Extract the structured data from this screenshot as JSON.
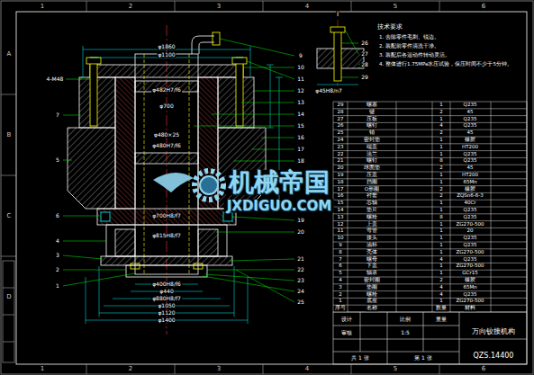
{
  "diagram": {
    "labels": [
      "1",
      "2",
      "3",
      "4",
      "5",
      "6",
      "1",
      "2",
      "3",
      "4",
      "5",
      "6",
      "A",
      "B",
      "C",
      "D",
      "4-M48",
      "7",
      "5",
      "6",
      "4",
      "3",
      "2",
      "1",
      "9",
      "10",
      "11",
      "12",
      "13",
      "14",
      "15",
      "16",
      "17",
      "18",
      "19",
      "20",
      "21",
      "22",
      "23",
      "24",
      "25",
      "I",
      "26",
      "27",
      "28",
      "29",
      "φ45H8/n7",
      "φ1860",
      "φ1100",
      "φ482H7/f6",
      "φ700",
      "φ480×25",
      "φ480H7/f6",
      "φ700H8/f7",
      "φ815H8/f7",
      "φ400H8/f6",
      "φ440",
      "φ880H8/f7",
      "φ1050",
      "φ1120",
      "φ1400",
      "技术要求",
      "1. 去除零件毛刺、锐边。",
      "2. 装配前零件清洗干净。",
      "3. 装配后各运动件转动灵活。",
      "4. 整体进行1.75MPa水压试验，保压时间不少于5分钟。",
      "设计",
      "审核",
      "比例",
      "1:5",
      "重量",
      "万向铰接机构",
      "QZS.14400",
      "共 1 张",
      "第 1 张",
      "机械帝国",
      "JXDIGUO.COM",
      "29",
      "螺塞",
      "1",
      "Q235",
      "28",
      "键",
      "2",
      "45",
      "27",
      "压板",
      "1",
      "Q235",
      "26",
      "螺钉",
      "4",
      "Q235",
      "25",
      "销",
      "2",
      "45",
      "24",
      "密封垫",
      "1",
      "橡胶",
      "23",
      "端盖",
      "1",
      "HT200",
      "22",
      "法兰",
      "1",
      "Q235",
      "21",
      "螺钉",
      "8",
      "Q235",
      "20",
      "球面垫",
      "2",
      "45",
      "19",
      "压盖",
      "1",
      "HT200",
      "18",
      "挡圈",
      "1",
      "65Mn",
      "17",
      "O形圈",
      "2",
      "橡胶",
      "16",
      "衬套",
      "2",
      "ZQSn6-6-3",
      "15",
      "芯轴",
      "1",
      "40Cr",
      "14",
      "垫片",
      "1",
      "Q235",
      "13",
      "螺栓",
      "8",
      "Q235",
      "12",
      "上盖",
      "1",
      "ZG270-500",
      "11",
      "弯管",
      "1",
      "20",
      "10",
      "接头",
      "1",
      "Q235",
      "9",
      "油杯",
      "1",
      "Q235",
      "8",
      "壳体",
      "1",
      "ZG270-500",
      "7",
      "螺母",
      "4",
      "Q235",
      "6",
      "下盖",
      "1",
      "ZG270-500",
      "5",
      "轴承",
      "1",
      "GCr15",
      "4",
      "密封圈",
      "2",
      "橡胶",
      "3",
      "垫圈",
      "4",
      "65Mn",
      "2",
      "螺栓",
      "4",
      "Q235",
      "1",
      "底座",
      "1",
      "ZG270-500",
      "序号",
      "名称",
      "数量",
      "材料"
    ]
  }
}
